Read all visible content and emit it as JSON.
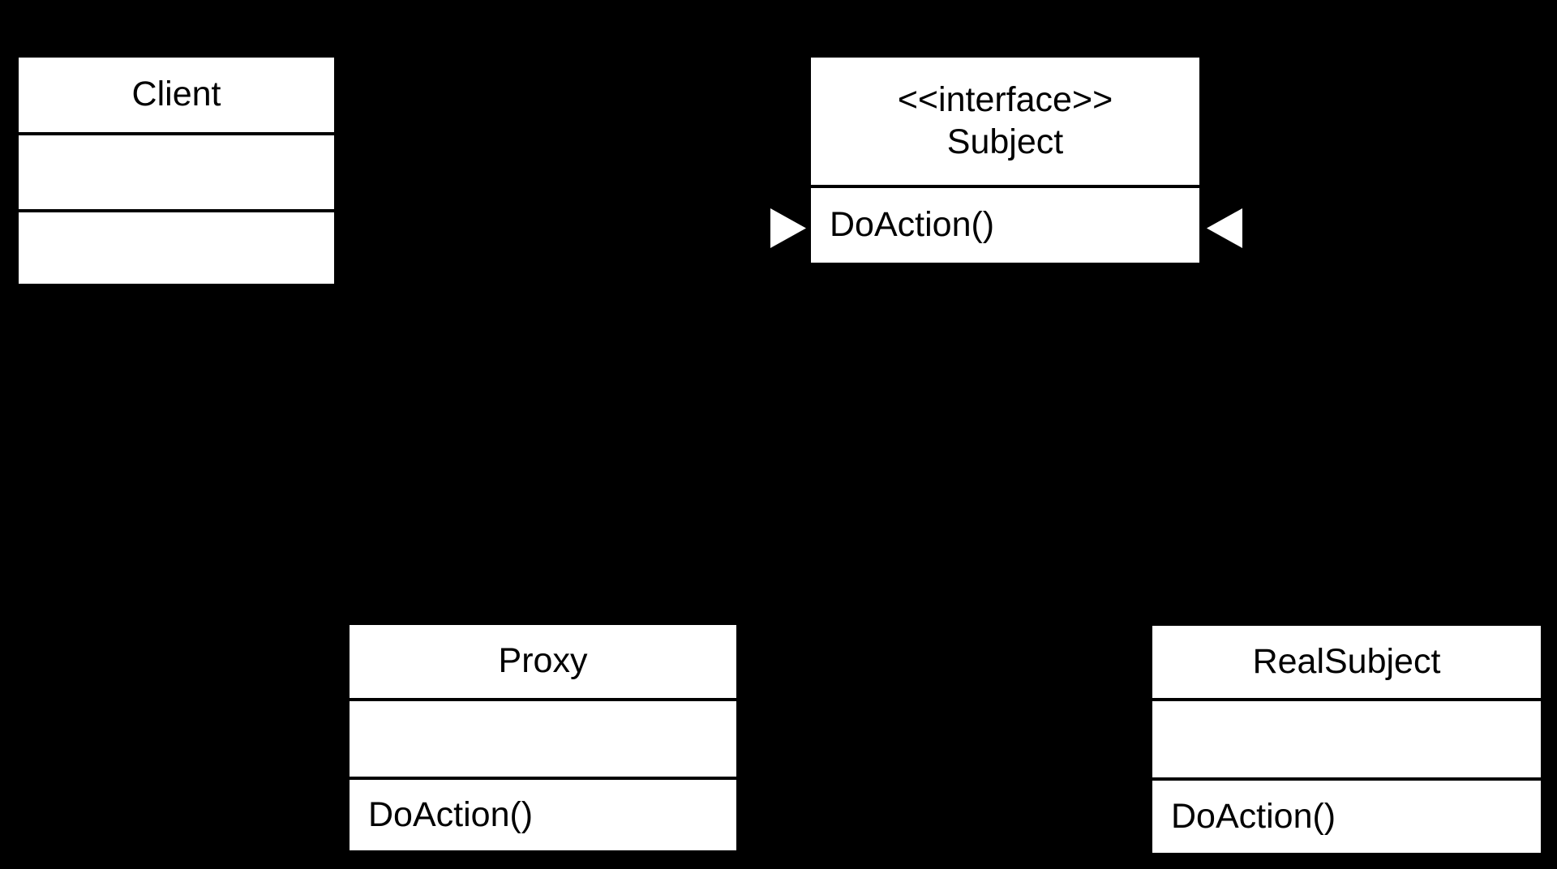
{
  "colors": {
    "background": "#000000",
    "box_fill": "#ffffff",
    "line": "#000000",
    "text": "#000000"
  },
  "client": {
    "name": "Client",
    "attributes": "",
    "methods": ""
  },
  "subject": {
    "stereotype": "<<interface>>",
    "name": "Subject",
    "method": "DoAction()"
  },
  "proxy": {
    "name": "Proxy",
    "attributes": "",
    "method": "DoAction()"
  },
  "real_subject": {
    "name": "RealSubject",
    "attributes": "",
    "method": "DoAction()"
  },
  "icons": {
    "left_arrowhead": "white triangle pointing right into left edge of Subject",
    "right_arrowhead": "white triangle pointing left into right edge of Subject"
  }
}
